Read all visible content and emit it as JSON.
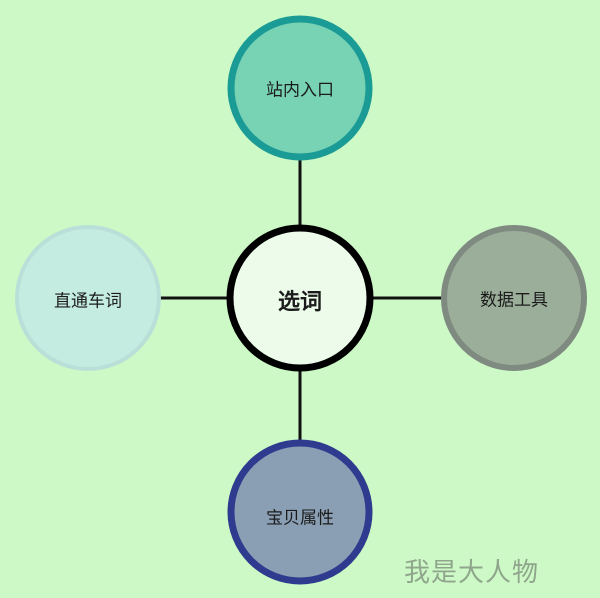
{
  "diagram": {
    "center": {
      "label": "选词",
      "fill": "#ecfbea",
      "stroke": "#000000"
    },
    "nodes": [
      {
        "id": "top",
        "label": "站内入口",
        "fill": "#77d3b3",
        "stroke": "#1b9b96"
      },
      {
        "id": "left",
        "label": "直通车词",
        "fill": "#c4ece0",
        "stroke": "#b8dfd8"
      },
      {
        "id": "right",
        "label": "数据工具",
        "fill": "#9aae99",
        "stroke": "#7f8a80"
      },
      {
        "id": "bottom",
        "label": "宝贝属性",
        "fill": "#8a9fb3",
        "stroke": "#2e3b8e"
      }
    ]
  },
  "watermark": "我是大人物"
}
